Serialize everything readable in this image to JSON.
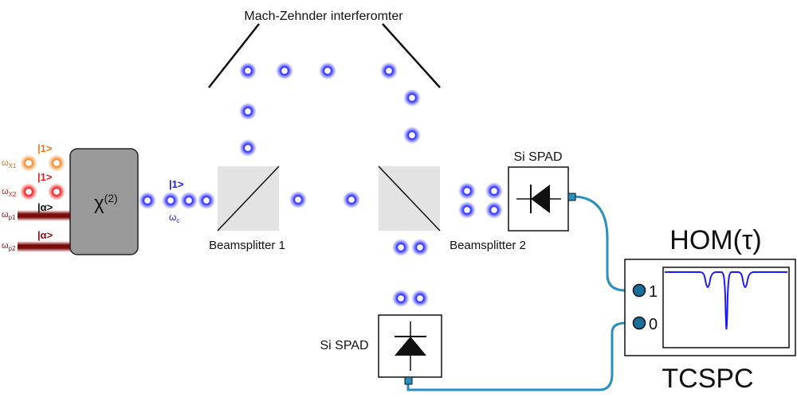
{
  "title": "Mach-Zehnder interferomter",
  "crystal": {
    "label": "χ",
    "superscript": "(2)"
  },
  "inputs": [
    {
      "ket": "|1>",
      "symbol": "ω",
      "sub": "X1",
      "color": "#e57a1e"
    },
    {
      "ket": "|1>",
      "symbol": "ω",
      "sub": "X2",
      "color": "#e02020"
    },
    {
      "ket": "|α>",
      "symbol": "ω",
      "sub": "p1",
      "color": "#8a1010"
    },
    {
      "ket": "|α>",
      "symbol": "ω",
      "sub": "p2",
      "color": "#8a1010"
    }
  ],
  "signal": {
    "ket": "|1>",
    "symbol": "ω",
    "sub": "c",
    "color": "#1a1adb"
  },
  "beamsplitter1": "Beamsplitter 1",
  "beamsplitter2": "Beamsplitter 2",
  "detector_top": "Si SPAD",
  "detector_bottom": "Si SPAD",
  "tcspc": {
    "title": "HOM(τ)",
    "name": "TCSPC",
    "port_top": "1",
    "port_bottom": "0"
  },
  "colors": {
    "photon": "#2323ff",
    "cable": "#2a8fbf",
    "port": "#1a6e9a",
    "box": "#9a9a9a",
    "beamsplitter": "#e3e3e3",
    "trace": "#1a1aff"
  }
}
